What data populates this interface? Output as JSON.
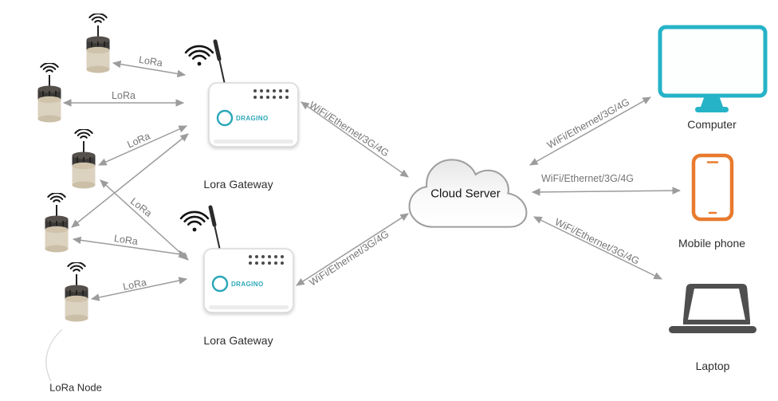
{
  "diagram": {
    "left_group": {
      "label": "LoRa Node",
      "node_count": 5
    },
    "gateways": {
      "gateway1": {
        "label": "Lora Gateway",
        "brand": "DRAGINO"
      },
      "gateway2": {
        "label": "Lora Gateway",
        "brand": "DRAGINO"
      }
    },
    "cloud": {
      "label": "Cloud Server"
    },
    "clients": {
      "computer": {
        "label": "Computer"
      },
      "mobile": {
        "label": "Mobile phone"
      },
      "laptop": {
        "label": "Laptop"
      }
    },
    "edges": {
      "lora": "LoRa",
      "wan": "WiFi/Ethernet/3G/4G"
    },
    "icons": {
      "node_signal": "wifi-signal-arcs",
      "gateway_signal": "wifi-signal-arcs"
    },
    "colors": {
      "arrow": "#9c9c9c",
      "edge_label": "#757575",
      "device_label": "#2e2e2e",
      "computer_accent": "#26b3c7",
      "phone_accent": "#e87a2e",
      "laptop_accent": "#4f4f4f",
      "node_body": "#dcd2c0",
      "brand": "#2aa7b8"
    }
  }
}
